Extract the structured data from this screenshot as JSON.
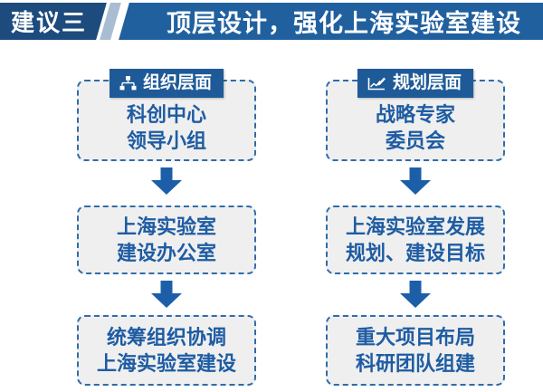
{
  "title_bar": {
    "badge": "建议三",
    "title": "顶层设计，强化上海实验室建设"
  },
  "columns": [
    {
      "header": {
        "label": "组织层面",
        "icon": "org-chart-icon"
      },
      "boxes": [
        {
          "lines": [
            "科创中心",
            "领导小组"
          ]
        },
        {
          "lines": [
            "上海实验室",
            "建设办公室"
          ]
        },
        {
          "lines": [
            "统筹组织协调",
            "上海实验室建设"
          ]
        }
      ]
    },
    {
      "header": {
        "label": "规划层面",
        "icon": "chart-pencil-icon"
      },
      "boxes": [
        {
          "lines": [
            "战略专家",
            "委员会"
          ]
        },
        {
          "lines": [
            "上海实验室发展",
            "规划、建设目标"
          ]
        },
        {
          "lines": [
            "重大项目布局",
            "科研团队组建"
          ]
        }
      ]
    }
  ],
  "colors": {
    "badge_bg": "#1d4b7e",
    "title_bar_bg": "#21609f",
    "divider_stripe": "#a9bdd2",
    "header_bg": "#1e5a98",
    "box_fill": "#efefef",
    "box_border": "#2f6cab",
    "box_text": "#1e5ca3",
    "arrow": "#1c5fa8"
  }
}
